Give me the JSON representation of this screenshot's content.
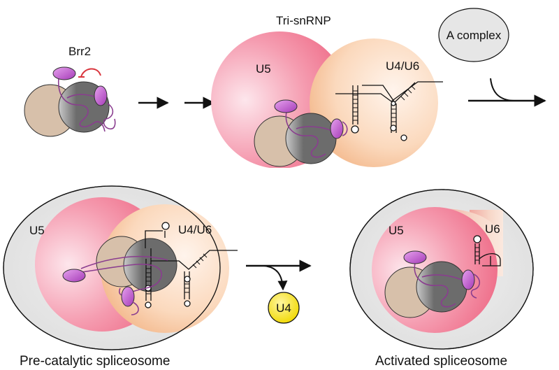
{
  "labels": {
    "brr2": "Brr2",
    "tri_snrnp": "Tri-snRNP",
    "u5": "U5",
    "u4u6": "U4/U6",
    "a_complex": "A complex",
    "u4": "U4",
    "u6": "U6",
    "pre_catalytic": "Pre-catalytic spliceosome",
    "activated": "Activated spliceosome"
  },
  "colors": {
    "u5_pink": "#f1758f",
    "u4u6_peach": "#f8c9a3",
    "tan": "#d7c0aa",
    "dark_grey": "#6e6e6e",
    "purple": "#c05ad0",
    "line_purple": "#8a3d8f",
    "inhibition_red": "#d9363e",
    "u4_yellow": "#f5e61a",
    "oval_grey": "#e6e6e6"
  }
}
